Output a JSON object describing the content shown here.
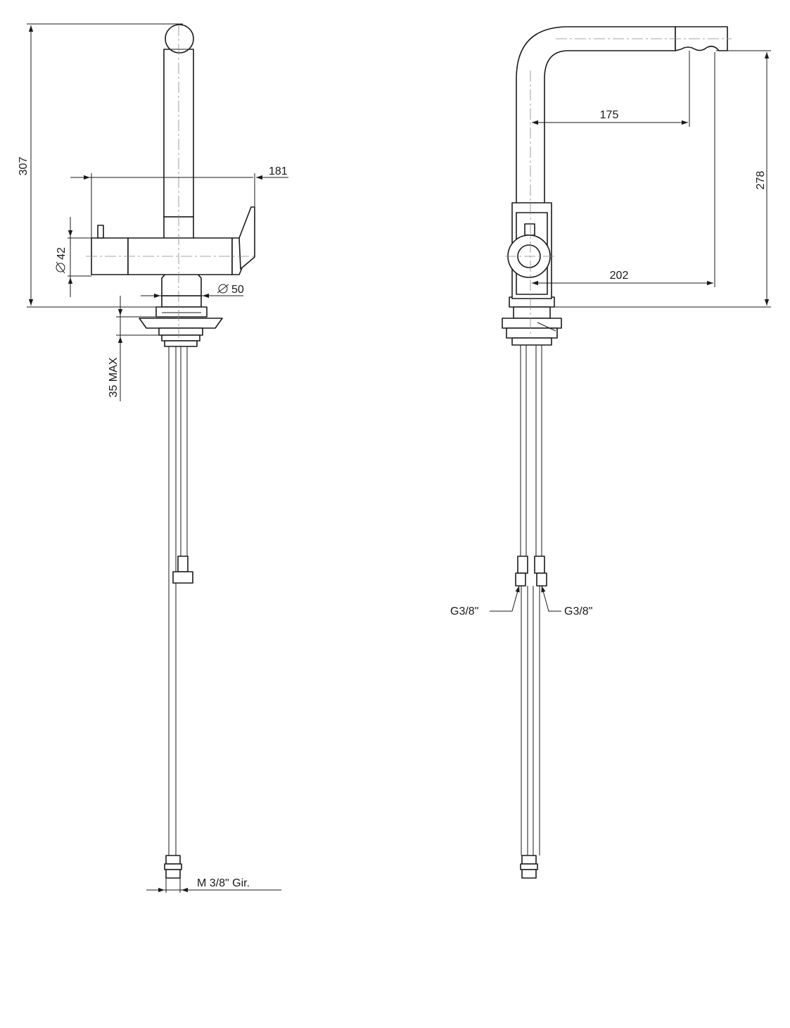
{
  "views": {
    "front": {
      "dimensions": {
        "overall_height": "307",
        "body_reach": "181",
        "body_diameter": "42",
        "base_diameter": "50",
        "deck_thickness": "35 MAX",
        "hose_thread": "M 3/8\" Gir."
      }
    },
    "side": {
      "dimensions": {
        "spout_reach": "175",
        "spout_height": "278",
        "outlet_reach": "202",
        "connection_left": "G3/8\"",
        "connection_right": "G3/8\""
      }
    }
  },
  "style": {
    "line_color": "#1a1a1a",
    "centerline_color": "#888888",
    "background": "#ffffff"
  }
}
